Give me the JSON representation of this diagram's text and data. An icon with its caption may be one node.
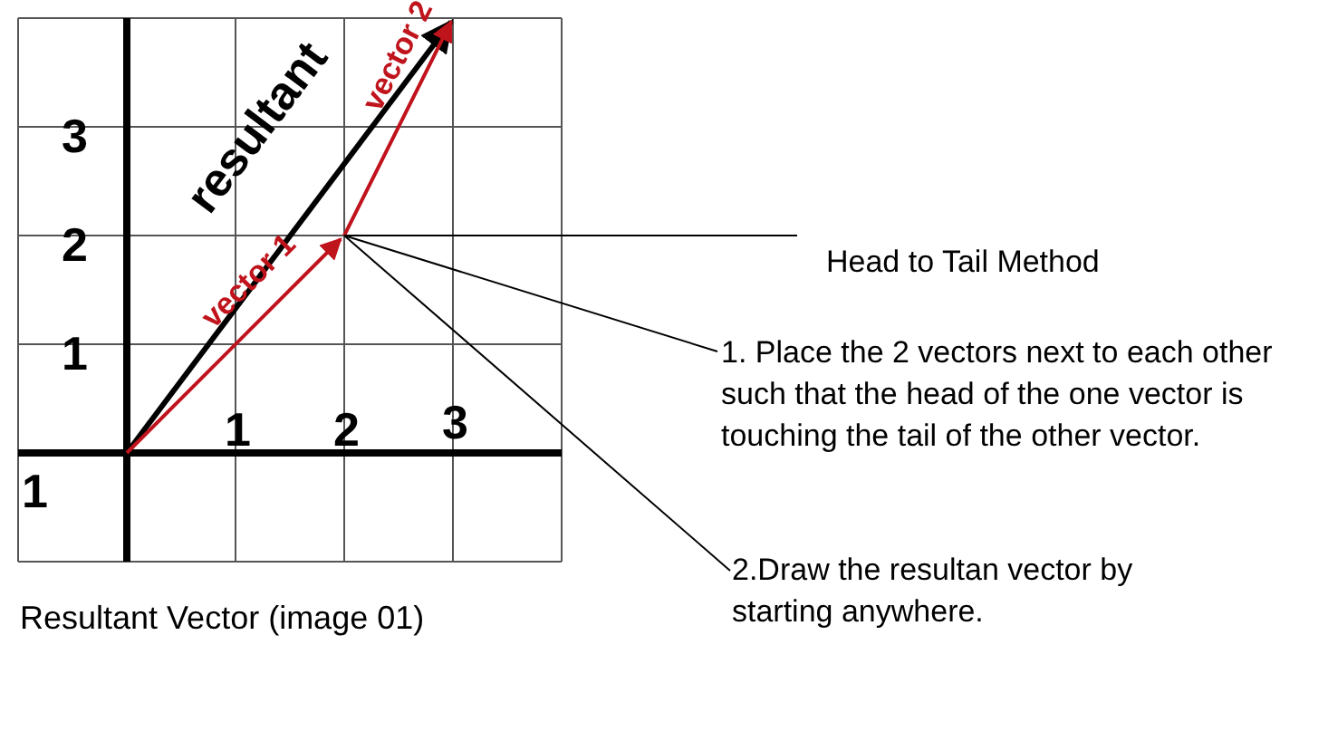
{
  "diagram": {
    "caption": "Resultant Vector (image 01)",
    "nodes": [
      {
        "text": [
          "Head to Tail Method"
        ]
      },
      {
        "text": [
          "1. Place the 2 vectors next to each other such that the head of the one vector is touching the tail of the other vector."
        ]
      },
      {
        "text": [
          "2.Draw the resultan vector by starting anywhere."
        ]
      }
    ],
    "edges": [
      {
        "from": 0,
        "to": null,
        "arrow": "none"
      },
      {
        "from": 1,
        "to": null,
        "arrow": "none"
      },
      {
        "from": 2,
        "to": null,
        "arrow": "none"
      }
    ],
    "labels": [
      "3",
      "2",
      "1",
      "1",
      "2",
      "3",
      "1",
      "resultant",
      "vector 1",
      "vector 2"
    ]
  }
}
